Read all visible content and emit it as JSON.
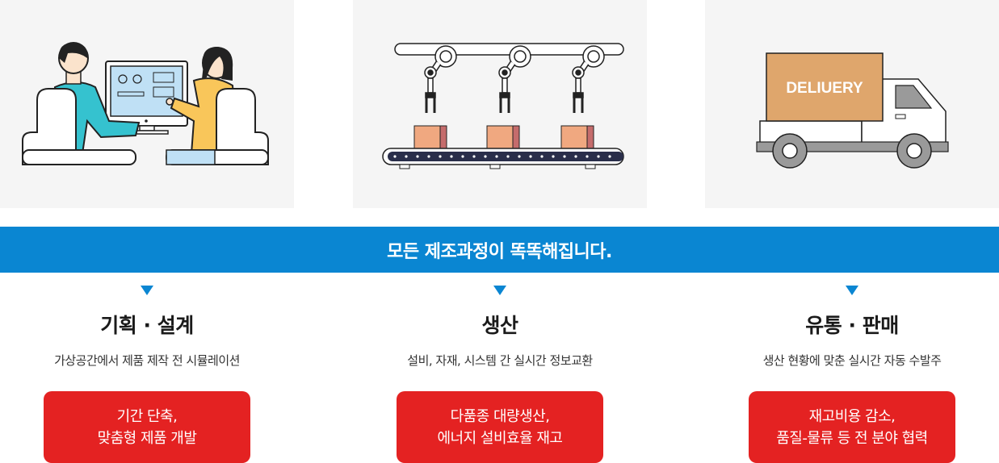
{
  "panels": {
    "delivery_label": "DELIUERY"
  },
  "banner": {
    "text": "모든 제조과정이 똑똑해집니다."
  },
  "columns": [
    {
      "title": "기획 · 설계",
      "description": "가상공간에서 제품 제작 전 시뮬레이션",
      "box_line1": "기간 단축,",
      "box_line2": "맞춤형 제품 개발"
    },
    {
      "title": "생산",
      "description": "설비, 자재, 시스템 간 실시간 정보교환",
      "box_line1": "다품종 대량생산,",
      "box_line2": "에너지 설비효율 재고"
    },
    {
      "title": "유통 · 판매",
      "description": "생산 현황에 맞춘 실시간 자동 수발주",
      "box_line1": "재고비용 감소,",
      "box_line2": "품질-물류 등 전 분야 협력"
    }
  ],
  "colors": {
    "banner": "#0a86d2",
    "box": "#e42222",
    "panel_bg": "#f5f5f5"
  }
}
